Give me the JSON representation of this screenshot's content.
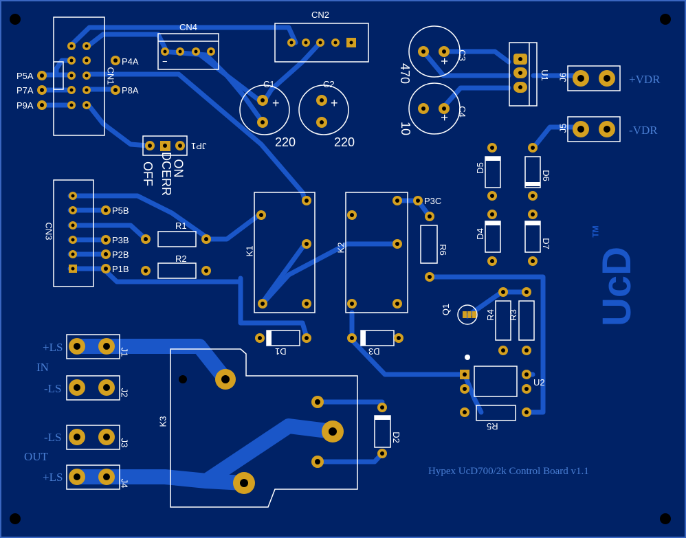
{
  "board_title": "Hypex UcD700/2k Control Board v1.1",
  "logo": {
    "text": "UcD",
    "tm": "TM"
  },
  "colors": {
    "board": "#002266",
    "trace": "#1a56c8",
    "pad": "#d4a020",
    "silk": "#ffffff",
    "text_blue": "#4a7fd4"
  },
  "refs": {
    "cn1": "CN1",
    "cn2": "CN2",
    "cn3": "CN3",
    "cn4": "CN4",
    "c1": "C1",
    "c2": "C2",
    "c3": "C3",
    "c4": "C4",
    "u1": "U1",
    "u2": "U2",
    "j1": "J1",
    "j2": "J2",
    "j3": "J3",
    "j4": "J4",
    "j5": "J5",
    "j6": "J6",
    "jp1": "JP1",
    "k1": "K1",
    "k2": "K2",
    "k3": "K3",
    "r1": "R1",
    "r2": "R2",
    "r3": "R3",
    "r4": "R4",
    "r5": "R5",
    "r6": "R6",
    "d1": "D1",
    "d2": "D2",
    "d3": "D3",
    "d4": "D4",
    "d5": "D5",
    "d6": "D6",
    "d7": "D7",
    "q1": "Q1"
  },
  "pins": {
    "p4a": "P4A",
    "p5a": "P5A",
    "p7a": "P7A",
    "p8a": "P8A",
    "p9a": "P9A",
    "p5b": "P5B",
    "p3b": "P3B",
    "p2b": "P2B",
    "p1b": "P1B",
    "p3c": "P3C"
  },
  "values": {
    "c1": "220",
    "c2": "220",
    "c3": "470",
    "c4": "10"
  },
  "jumper_labels": {
    "on": "ON",
    "dcerr": "DCERR",
    "off": "OFF"
  },
  "connectors": {
    "plus_vdr": "+VDR",
    "minus_vdr": "-VDR",
    "j1": "+LS",
    "in": "IN",
    "j2": "-LS",
    "j3": "-LS",
    "out": "OUT",
    "j4": "+LS"
  },
  "polarity": {
    "plus": "+",
    "minus": "−"
  }
}
